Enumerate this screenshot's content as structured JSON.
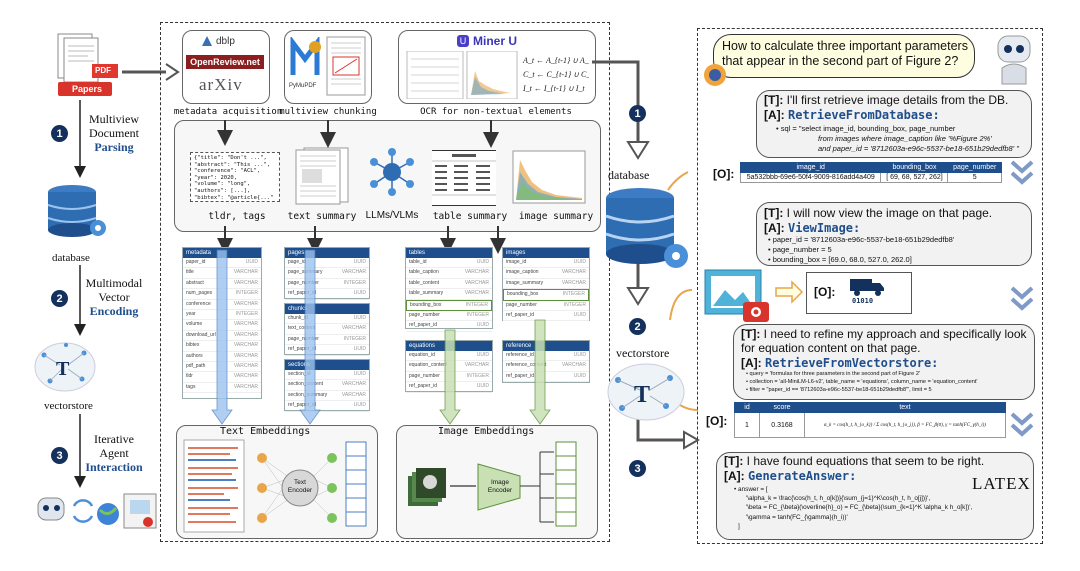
{
  "left_column": {
    "papers_label": "Papers",
    "pdf_badge": "PDF",
    "steps": [
      {
        "num": "1",
        "line1": "Multiview",
        "line2": "Document",
        "bold": "Parsing"
      },
      {
        "num": "2",
        "line1": "Multimodal",
        "line2": "Vector",
        "bold": "Encoding"
      },
      {
        "num": "3",
        "line1": "Iterative",
        "line2": "Agent",
        "bold": "Interaction"
      }
    ],
    "database_label": "database",
    "vectorstore_label": "vectorstore"
  },
  "middle": {
    "logos": {
      "dblp": "dblp",
      "openreview": "OpenReview.net",
      "arxiv": "arXiv",
      "pymupdf": "PyMuPDF",
      "mineru": "Miner U"
    },
    "stage_labels": {
      "metadata": "metadata acquisition",
      "chunking": "multiview chunking",
      "ocr": "OCR for non-textual elements"
    },
    "json_snippet": [
      "{\"title\": \"Don't ...\",",
      "\"abstract\": \"This ...\",",
      "\"conference\": \"ACL\",",
      "\"year\": 2020,",
      "\"volume\": \"long\",",
      "\"authors\": [...],",
      "\"bibtex\": \"@article{...\""
    ],
    "product_labels": {
      "tldr": "tldr, tags",
      "text_summary": "text summary",
      "llms": "LLMs/VLMs",
      "table_summary": "table summary",
      "image_summary": "image summary"
    },
    "embeddings": {
      "text": "Text Embeddings",
      "image": "Image Embeddings",
      "text_encoder": "Text Encoder",
      "image_encoder": "Image Encoder"
    },
    "schemas": {
      "metadata": {
        "title": "metadata",
        "rows": [
          [
            "paper_id",
            "UUID"
          ],
          [
            "title",
            "VARCHAR"
          ],
          [
            "abstract",
            "VARCHAR"
          ],
          [
            "num_pages",
            "INTEGER"
          ],
          [
            "conference",
            "VARCHAR"
          ],
          [
            "year",
            "INTEGER"
          ],
          [
            "volume",
            "VARCHAR"
          ],
          [
            "download_url",
            "VARCHAR"
          ],
          [
            "bibtex",
            "VARCHAR"
          ],
          [
            "authors",
            "VARCHAR"
          ],
          [
            "pdf_path",
            "VARCHAR"
          ],
          [
            "tldr",
            "VARCHAR"
          ],
          [
            "tags",
            "VARCHAR"
          ]
        ]
      },
      "pages": {
        "title": "pages",
        "rows": [
          [
            "page_id",
            "UUID"
          ],
          [
            "page_summary",
            "VARCHAR"
          ],
          [
            "page_number",
            "INTEGER"
          ],
          [
            "ref_paper_id",
            "UUID"
          ]
        ]
      },
      "chunks": {
        "title": "chunks",
        "rows": [
          [
            "chunk_id",
            "UUID"
          ],
          [
            "text_content",
            "VARCHAR"
          ],
          [
            "page_number",
            "INTEGER"
          ],
          [
            "ref_paper_id",
            "UUID"
          ]
        ]
      },
      "sections": {
        "title": "sections",
        "rows": [
          [
            "section_id",
            "UUID"
          ],
          [
            "section_content",
            "VARCHAR"
          ],
          [
            "section_summary",
            "VARCHAR"
          ],
          [
            "ref_paper_id",
            "UUID"
          ]
        ]
      },
      "tables": {
        "title": "tables",
        "rows": [
          [
            "table_id",
            "UUID"
          ],
          [
            "table_caption",
            "VARCHAR"
          ],
          [
            "table_content",
            "VARCHAR"
          ],
          [
            "table_summary",
            "VARCHAR"
          ],
          [
            "bounding_box",
            "INTEGER"
          ],
          [
            "page_number",
            "INTEGER"
          ],
          [
            "ref_paper_id",
            "UUID"
          ]
        ]
      },
      "images": {
        "title": "images",
        "rows": [
          [
            "image_id",
            "UUID"
          ],
          [
            "image_caption",
            "VARCHAR"
          ],
          [
            "image_summary",
            "VARCHAR"
          ],
          [
            "bounding_box",
            "INTEGER"
          ],
          [
            "page_number",
            "INTEGER"
          ],
          [
            "ref_paper_id",
            "UUID"
          ]
        ]
      },
      "equations": {
        "title": "equations",
        "rows": [
          [
            "equation_id",
            "UUID"
          ],
          [
            "equation_content",
            "VARCHAR"
          ],
          [
            "page_number",
            "INTEGER"
          ],
          [
            "ref_paper_id",
            "UUID"
          ]
        ]
      },
      "reference": {
        "title": "reference",
        "rows": [
          [
            "reference_id",
            "UUID"
          ],
          [
            "reference_content",
            "VARCHAR"
          ],
          [
            "ref_paper_id",
            "UUID"
          ]
        ]
      }
    }
  },
  "connector": {
    "database_label": "database",
    "vectorstore_label": "vectorstore"
  },
  "right": {
    "question": "How to calculate three important parameters that appear in the second part of Figure 2?",
    "turn1": {
      "thought_tag": "[T]:",
      "thought": "I'll first retrieve image details from the DB.",
      "action_tag": "[A]:",
      "action": "RetrieveFromDatabase:",
      "sql_lines": [
        "sql = \"select image_id, bounding_box, page_number",
        "from images where image_caption like '%Figure 2%'",
        "and paper_id = '8712603a-e96c-5537-be18-651b29dedfb8' \""
      ]
    },
    "obs1": {
      "tag": "[O]:",
      "headers": [
        "image_id",
        "bounding_box",
        "page_number"
      ],
      "row": [
        "5a532bbb-69e6-50f4-9009-816add4a409",
        "[ 69, 68, 527, 262]",
        "5"
      ]
    },
    "turn2": {
      "thought_tag": "[T]:",
      "thought": "I will now view the image on that page.",
      "action_tag": "[A]:",
      "action": "ViewImage:",
      "params": [
        "paper_id = '8712603a-e96c-5537-be18-651b29dedfb8'",
        "page_number = 5",
        "bounding_box = [69.0, 68.0, 527.0, 262.0]"
      ]
    },
    "obs2": {
      "tag": "[O]:",
      "binary": "01010"
    },
    "turn3": {
      "thought_tag": "[T]:",
      "thought": "I need to refine my approach and specifically look for equation content on that page.",
      "action_tag": "[A]:",
      "action": "RetrieveFromVectorstore:",
      "params": [
        "query = 'formulas for three parameters in the second part of Figure 2'",
        "collection = 'all-MiniLM-L6-v2', table_name = 'equations', column_name = 'equation_content'",
        "filter = \"paper_id == '8712603a-e96c-5537-be18-651b29dedfb8'\", limit = 5"
      ]
    },
    "obs3": {
      "tag": "[O]:",
      "headers": [
        "id",
        "score",
        "text"
      ],
      "row": [
        "1",
        "0.3168",
        "α_k = cos(h_t, h_{o_k}) / Σ cos(h_t, h_{o_j}),  β = FC_β(o̅),  γ = tanh(FC_γ(h_i))"
      ]
    },
    "turn4": {
      "thought_tag": "[T]:",
      "thought": "I have found equations that seem to be right.",
      "action_tag": "[A]:",
      "action": "GenerateAnswer:",
      "latex_logo": "LATEX",
      "answer_lines": [
        "answer = [",
        "'\\alpha_k = \\frac{\\cos(h_t, h_o[k])}{\\sum_{j=1}^K\\cos(h_t, h_o[j])}',",
        "'\\beta = FC_{\\beta}(\\overline{h}_o) = FC_{\\beta}(\\sum_{k=1}^K \\alpha_k h_o[k])',",
        "'\\gamma = tanh(FC_{\\gamma}(h_i))'",
        "]"
      ]
    },
    "step_nums": [
      "1",
      "2",
      "3"
    ]
  },
  "colors": {
    "navy": "#13315c",
    "blue": "#1f4e8c",
    "db_blue": "#2f6db3",
    "green": "#5e8f3a"
  }
}
